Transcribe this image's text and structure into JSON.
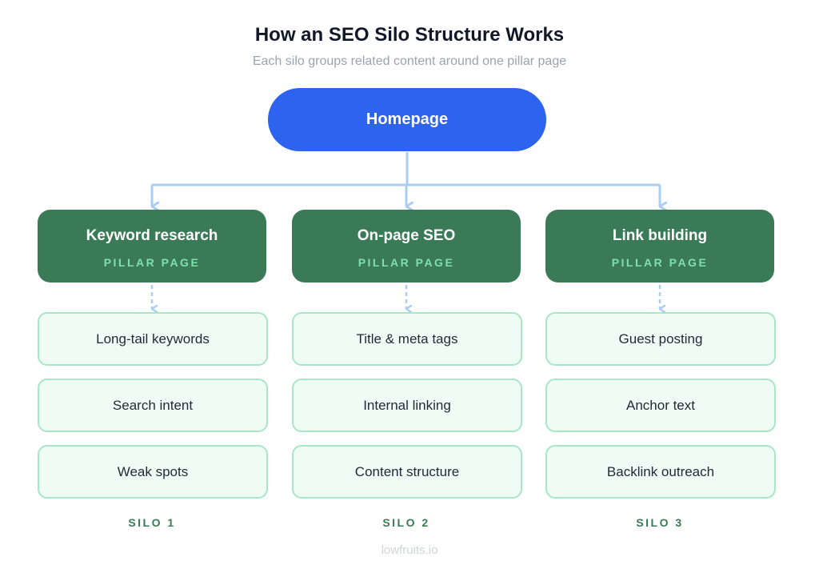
{
  "header": {
    "title": "How an SEO Silo Structure Works",
    "subtitle": "Each silo groups related content around one pillar page"
  },
  "homepage": {
    "label": "Homepage"
  },
  "silos": [
    {
      "pillar": "Keyword research",
      "pillar_tag": "PILLAR PAGE",
      "items": [
        "Long-tail keywords",
        "Search intent",
        "Weak spots"
      ],
      "label": "SILO 1"
    },
    {
      "pillar": "On-page SEO",
      "pillar_tag": "PILLAR PAGE",
      "items": [
        "Title & meta tags",
        "Internal linking",
        "Content structure"
      ],
      "label": "SILO 2"
    },
    {
      "pillar": "Link building",
      "pillar_tag": "PILLAR PAGE",
      "items": [
        "Guest posting",
        "Anchor text",
        "Backlink outreach"
      ],
      "label": "SILO 3"
    }
  ],
  "footer": {
    "brand": "lowfruits.io"
  },
  "colors": {
    "homepage": "#2d63ee",
    "pillar": "#3a7a57",
    "pillar_tag": "#7fe0ad",
    "item_border": "#a8e6c6",
    "item_fill": "#effcf6",
    "connector": "#a9cdf3"
  }
}
